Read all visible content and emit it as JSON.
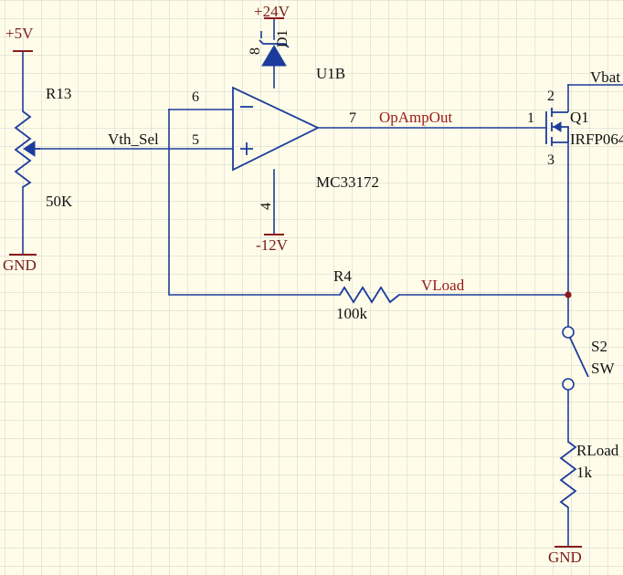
{
  "power": {
    "vcc5": "+5V",
    "vcc24": "+24V",
    "vee12": "-12V",
    "gnd_left": "GND",
    "gnd_right": "GND",
    "vbat": "Vbat"
  },
  "r13": {
    "ref": "R13",
    "value": "50K"
  },
  "nets": {
    "vth": "Vth_Sel",
    "opout": "OpAmpOut",
    "vload": "VLoad"
  },
  "u1": {
    "ref": "U1B",
    "part": "MC33172",
    "pin_inv": "6",
    "pin_noninv": "5",
    "pin_out": "7",
    "pin_vcc": "8",
    "pin_vee": "4",
    "minus": "−",
    "plus": "+"
  },
  "q1": {
    "ref": "Q1",
    "part": "IRFP064",
    "pin_gate": "1",
    "pin_drain": "2",
    "pin_source": "3"
  },
  "r4": {
    "ref": "R4",
    "value": "100k"
  },
  "s2": {
    "ref": "S2",
    "value": "SW"
  },
  "rload": {
    "ref": "RLoad",
    "value": "1k"
  },
  "d1": {
    "ref": "D1"
  },
  "colors": {
    "background": "#fffde9",
    "grid": "#cfcfcf",
    "wire": "#1c3c9c",
    "power": "#8a1a1a",
    "net_label": "#9a1a1a"
  }
}
